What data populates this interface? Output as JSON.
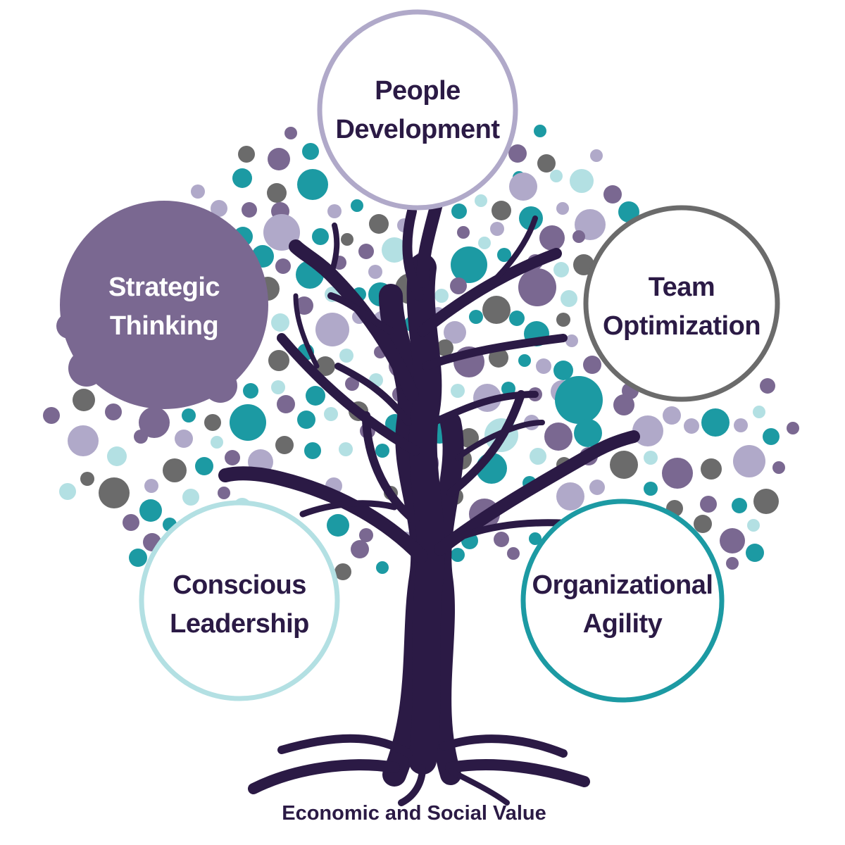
{
  "colors": {
    "trunk": "#2b1a45",
    "teal": "#1c9aa3",
    "purple": "#7a6891",
    "lavender": "#b0a9c9",
    "light_teal": "#b3e0e3",
    "gray": "#6b6b6b",
    "text_dark": "#2b1a45",
    "text_light": "#ffffff"
  },
  "nodes": [
    {
      "id": "people-development",
      "lines": [
        "People",
        "Development"
      ],
      "style": "outline",
      "ring_color": "#b0a9c9"
    },
    {
      "id": "strategic-thinking",
      "lines": [
        "Strategic",
        "Thinking"
      ],
      "style": "filled",
      "fill_color": "#7a6891"
    },
    {
      "id": "team-optimization",
      "lines": [
        "Team",
        "Optimization"
      ],
      "style": "outline",
      "ring_color": "#6b6b6b"
    },
    {
      "id": "conscious-leadership",
      "lines": [
        "Conscious",
        "Leadership"
      ],
      "style": "outline",
      "ring_color": "#b3e0e3"
    },
    {
      "id": "organizational-agility",
      "lines": [
        "Organizational",
        "Agility"
      ],
      "style": "outline",
      "ring_color": "#1c9aa3"
    }
  ],
  "caption": "Economic and Social Value"
}
